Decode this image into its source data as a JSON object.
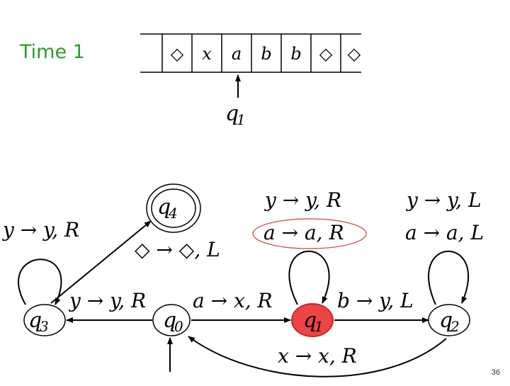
{
  "title": "Time 1",
  "slide_number": "36",
  "tape": {
    "cells": [
      "◇",
      "x",
      "a",
      "b",
      "b",
      "◇",
      "◇"
    ],
    "head_state": "q",
    "head_state_sub": "1"
  },
  "states": {
    "q0": {
      "name": "q",
      "sub": "0"
    },
    "q1": {
      "name": "q",
      "sub": "1",
      "highlight": "#ee4444"
    },
    "q2": {
      "name": "q",
      "sub": "2"
    },
    "q3": {
      "name": "q",
      "sub": "3"
    },
    "q4": {
      "name": "q",
      "sub": "4",
      "accepting": true
    }
  },
  "transitions": {
    "q3_loop": "y → y, R",
    "q0_to_q3": "y → y, R",
    "q0_to_q4": "◇ → ◇, L",
    "q0_to_q1": "a → x, R",
    "q1_loop_1": "y → y, R",
    "q1_loop_2": "a → a, R",
    "q1_to_q2": "b → y, L",
    "q2_loop_1": "y → y, L",
    "q2_loop_2": "a → a, L",
    "q2_to_q0": "x → x, R"
  },
  "colors": {
    "title_green": "#2e9a2e",
    "highlight_red": "#ee4444",
    "ellipse_outline": "#d04040"
  }
}
